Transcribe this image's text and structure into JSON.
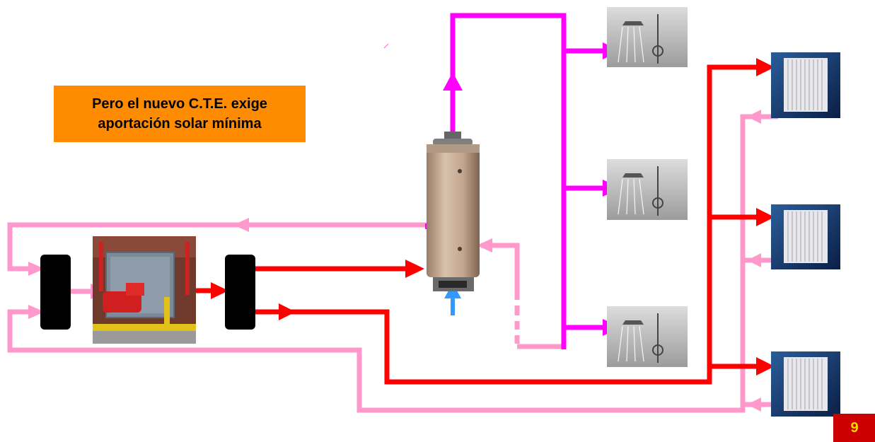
{
  "callout": {
    "line1": "Pero el nuevo C.T.E. exige",
    "line2": "aportación solar mínima"
  },
  "page_number": "9",
  "colors": {
    "hot_dhw": "#ff00ff",
    "heating_supply": "#ff0000",
    "heating_return": "#ff99cc",
    "cold_water": "#3399ff",
    "callout_bg": "#ff8c00",
    "badge_bg": "#cc0000",
    "badge_text": "#ffd400"
  },
  "icons": [
    "boiler-icon",
    "collector-icon",
    "water-tank-icon",
    "shower-icon",
    "radiator-icon"
  ]
}
